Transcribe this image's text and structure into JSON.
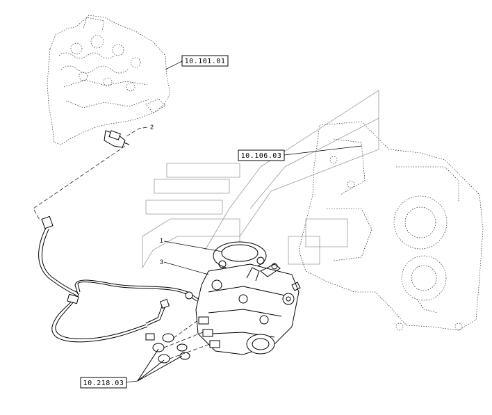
{
  "references": {
    "engine_block_ref": "10.101.01",
    "gear_housing_ref": "10.106.03",
    "pump_fittings_ref": "10.218.03"
  },
  "callouts": {
    "sensor": "2",
    "pump_upper": "1",
    "pump_lower": "3"
  },
  "colors": {
    "line": "#000000",
    "background": "#ffffff",
    "ghost": "#9a9a9a"
  }
}
